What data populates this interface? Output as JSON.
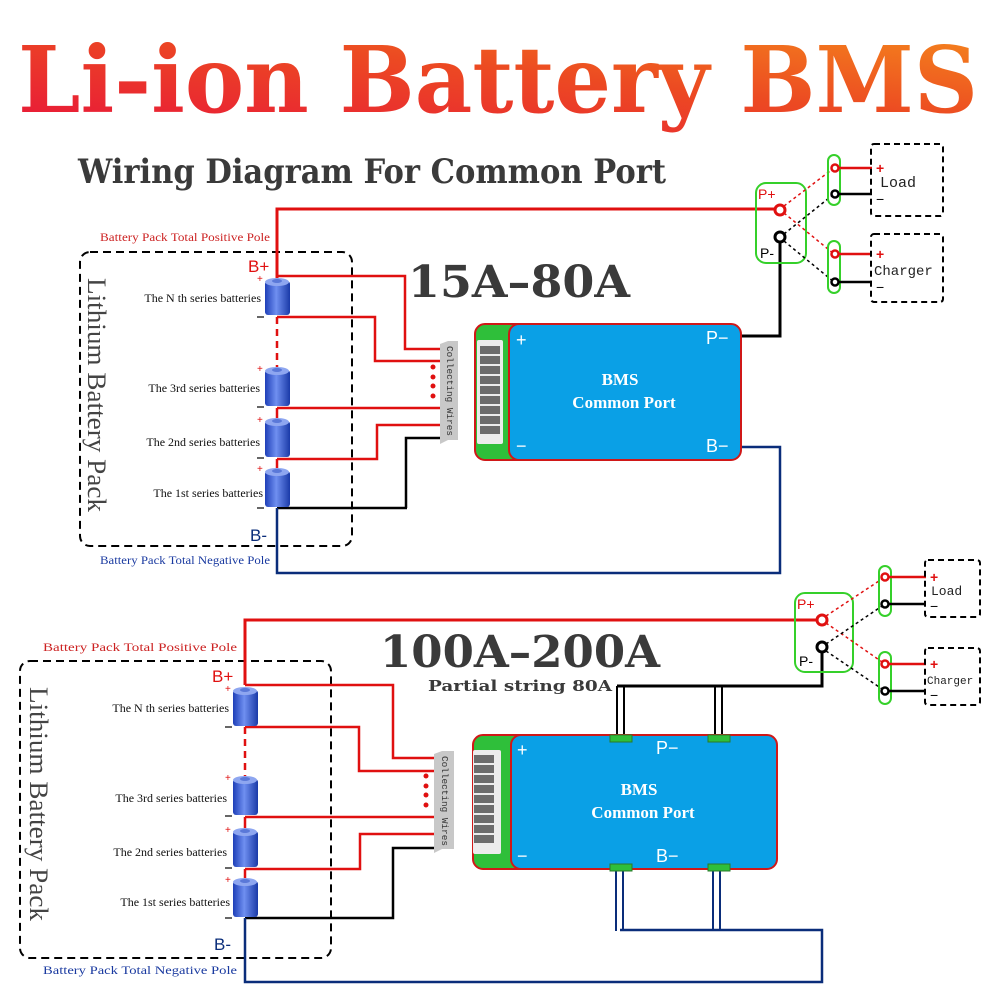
{
  "header": {
    "title": "Li-ion Battery BMS",
    "subtitle": "Wiring Diagram For Common Port",
    "title_gradient": [
      "#e8153a",
      "#f5821f"
    ]
  },
  "colors": {
    "positive_wire": "#e01010",
    "negative_wire": "#000000",
    "pack_negative_wire": "#0a2d7a",
    "bms_body": "#0aa0e6",
    "bms_edge": "#2fbf3a",
    "switch_outline": "#35d02a"
  },
  "diagrams": [
    {
      "rating": "15A–80A",
      "note": "",
      "pack_label": "Lithium Battery Pack",
      "positive_pole_label": "Battery Pack Total Positive Pole",
      "negative_pole_label": "Battery Pack Total Negative Pole",
      "b_plus": "B+",
      "b_minus": "B-",
      "cells": [
        "The N th series batteries",
        "The 3rd series batteries",
        "The 2nd series batteries",
        "The 1st series batteries"
      ],
      "connector_label": "Collecting Wires",
      "bms": {
        "line1": "BMS",
        "line2": "Common Port",
        "plus": "+",
        "minus": "−",
        "p_minus": "P−",
        "b_minus": "B−"
      },
      "switch": {
        "p_plus": "P+",
        "p_minus": "P-"
      },
      "outputs": [
        {
          "name": "Load",
          "plus": "+",
          "minus": "−"
        },
        {
          "name": "Charger",
          "plus": "+",
          "minus": "−"
        }
      ]
    },
    {
      "rating": "100A–200A",
      "note": "Partial string 80A",
      "pack_label": "Lithium Battery Pack",
      "positive_pole_label": "Battery Pack Total Positive Pole",
      "negative_pole_label": "Battery Pack Total Negative Pole",
      "b_plus": "B+",
      "b_minus": "B-",
      "cells": [
        "The N th series batteries",
        "The 3rd series batteries",
        "The 2nd series batteries",
        "The 1st series batteries"
      ],
      "connector_label": "Collecting Wires",
      "bms": {
        "line1": "BMS",
        "line2": "Common Port",
        "plus": "+",
        "minus": "−",
        "p_minus": "P−",
        "b_minus": "B−"
      },
      "switch": {
        "p_plus": "P+",
        "p_minus": "P-"
      },
      "outputs": [
        {
          "name": "Load",
          "plus": "+",
          "minus": "−"
        },
        {
          "name": "Charger",
          "plus": "+",
          "minus": "−"
        }
      ]
    }
  ]
}
